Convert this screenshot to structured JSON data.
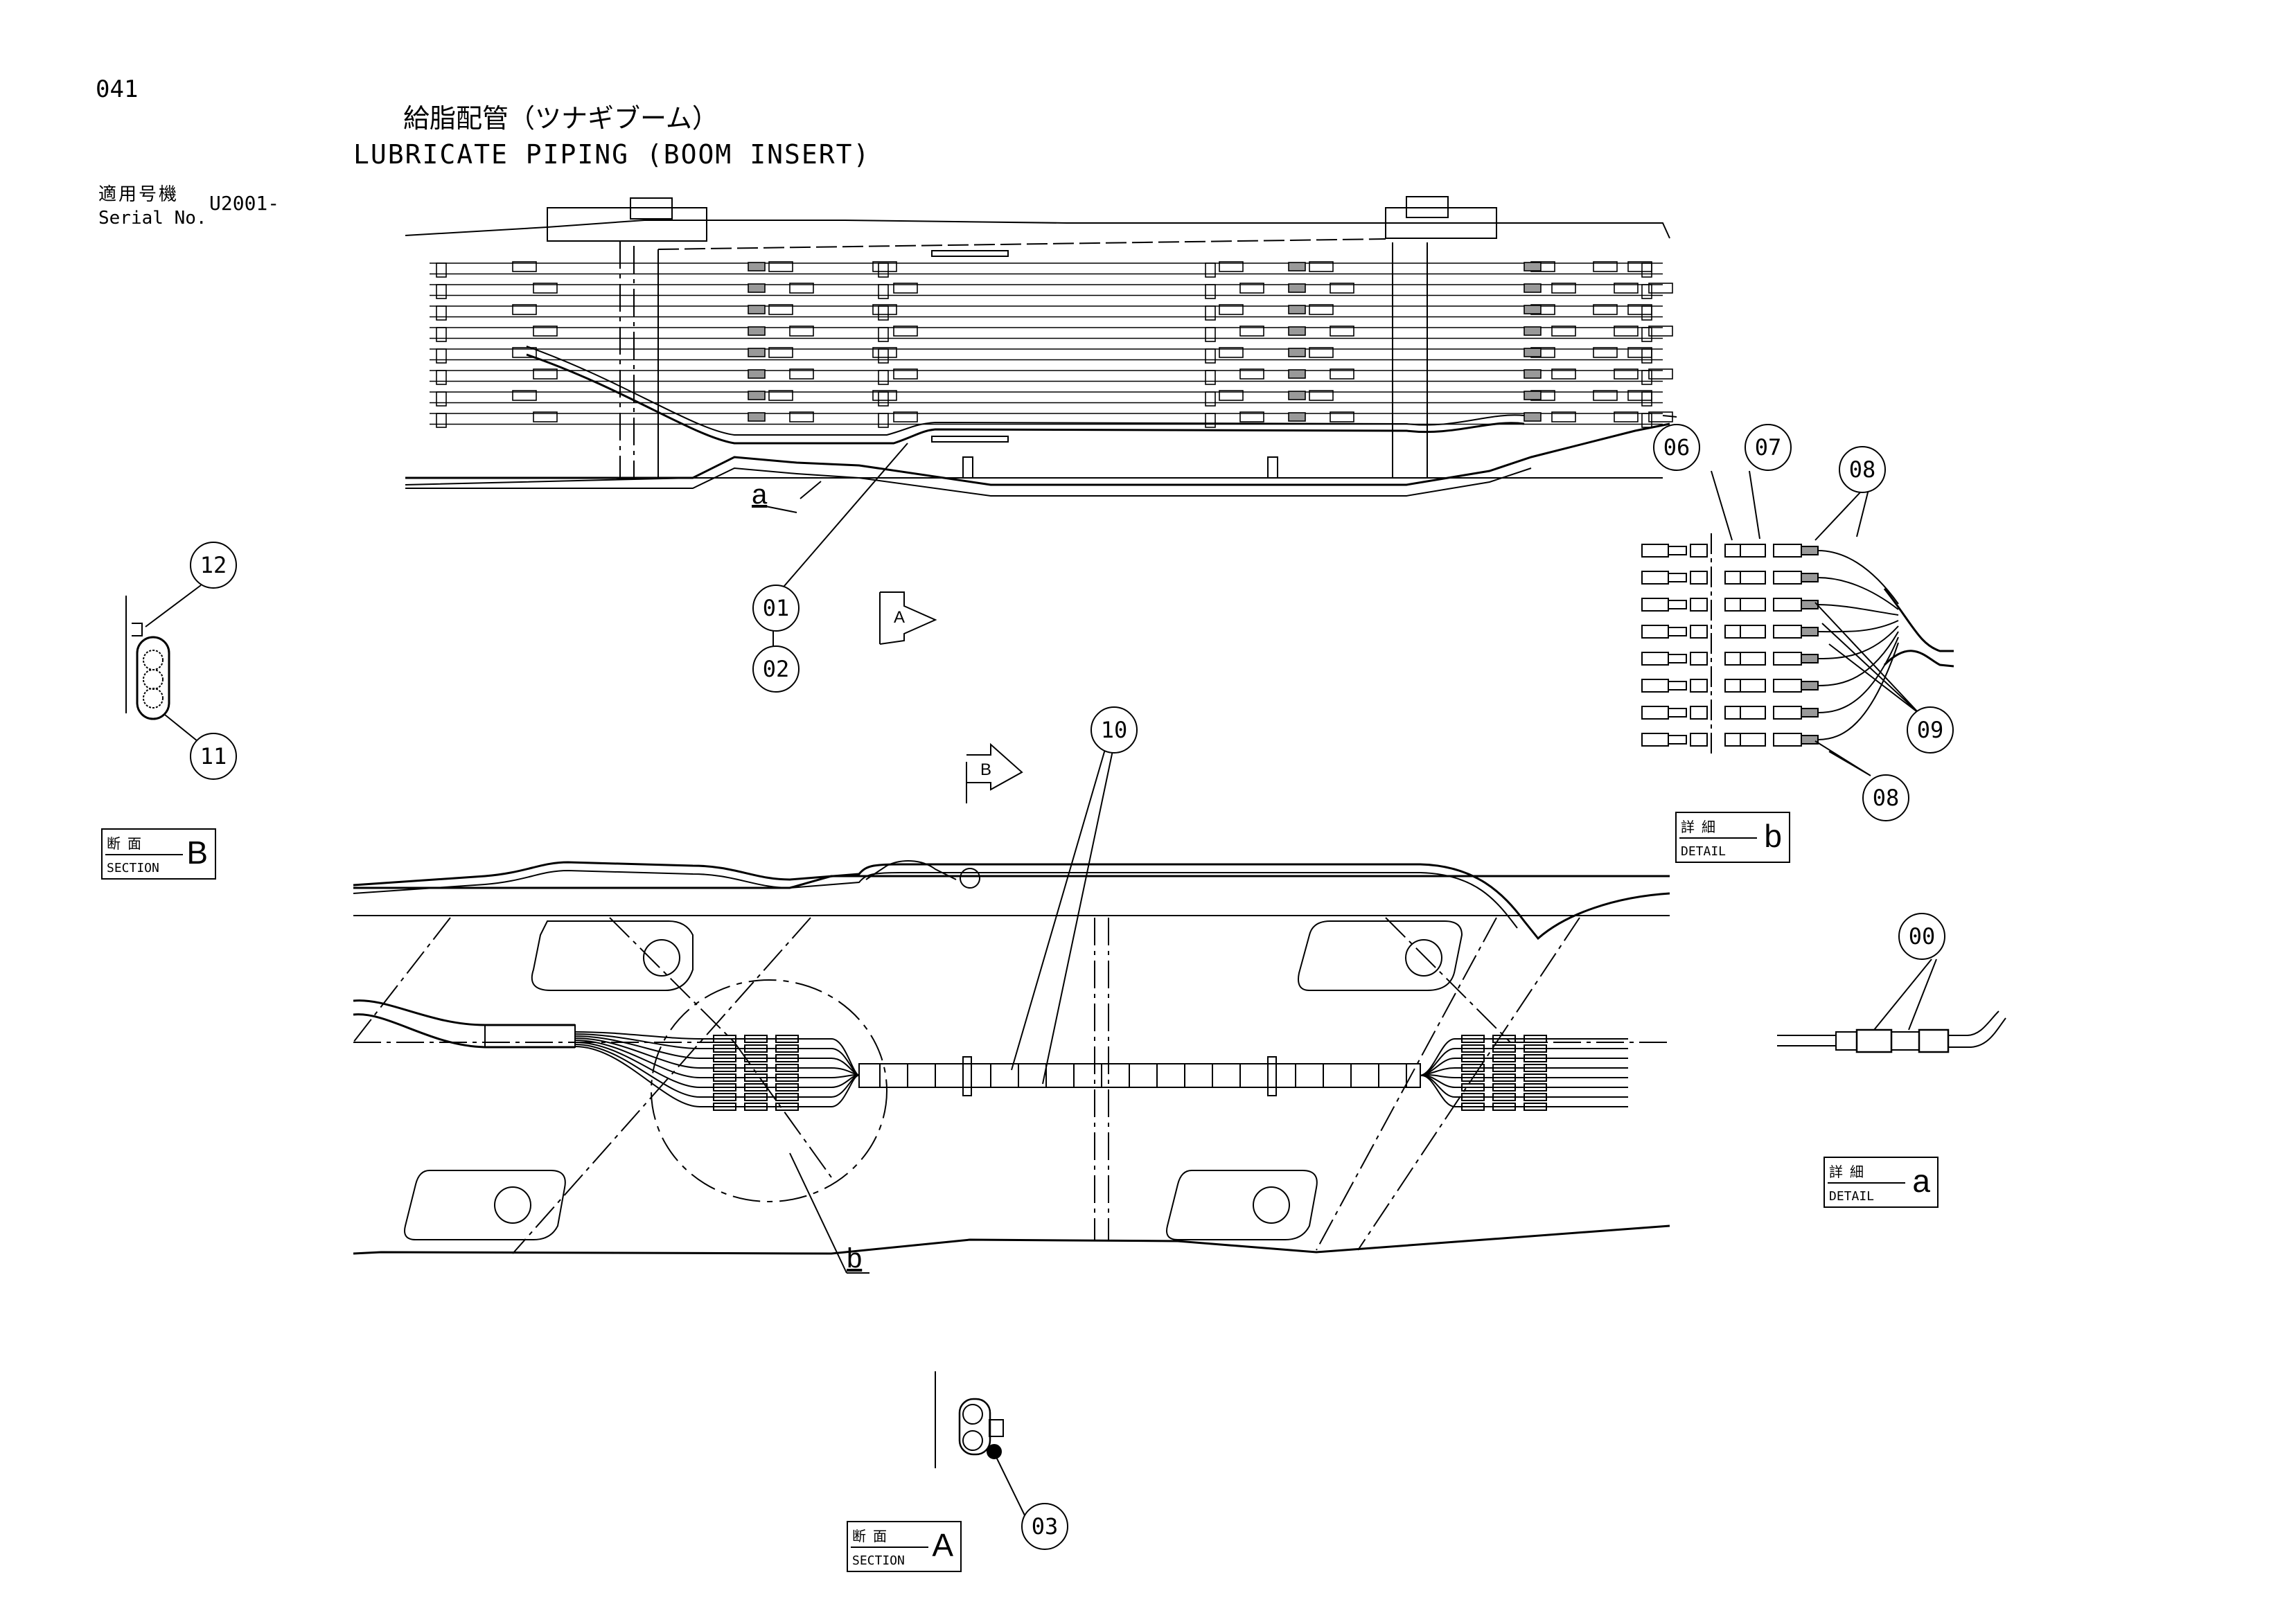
{
  "page": {
    "number": "041"
  },
  "title": {
    "jp": "給脂配管（ツナギブーム）",
    "en": "LUBRICATE PIPING (BOOM INSERT)"
  },
  "serial": {
    "label_jp": "適用号機",
    "label_en": "Serial No.",
    "value": "U2001-"
  },
  "callouts": {
    "c00": "00",
    "c01": "01",
    "c02": "02",
    "c03": "03",
    "c06": "06",
    "c07": "07",
    "c08a": "08",
    "c08b": "08",
    "c09": "09",
    "c10": "10",
    "c11": "11",
    "c12": "12"
  },
  "section_b": {
    "jp": "断面",
    "en": "SECTION",
    "letter": "B"
  },
  "section_a": {
    "jp": "断面",
    "en": "SECTION",
    "letter": "A"
  },
  "detail_b": {
    "jp": "詳細",
    "en": "DETAIL",
    "letter": "b"
  },
  "detail_a": {
    "jp": "詳細",
    "en": "DETAIL",
    "letter": "a"
  },
  "view_arrows": {
    "a": "A",
    "b": "B"
  },
  "ref_letters": {
    "a": "a",
    "b": "b"
  }
}
